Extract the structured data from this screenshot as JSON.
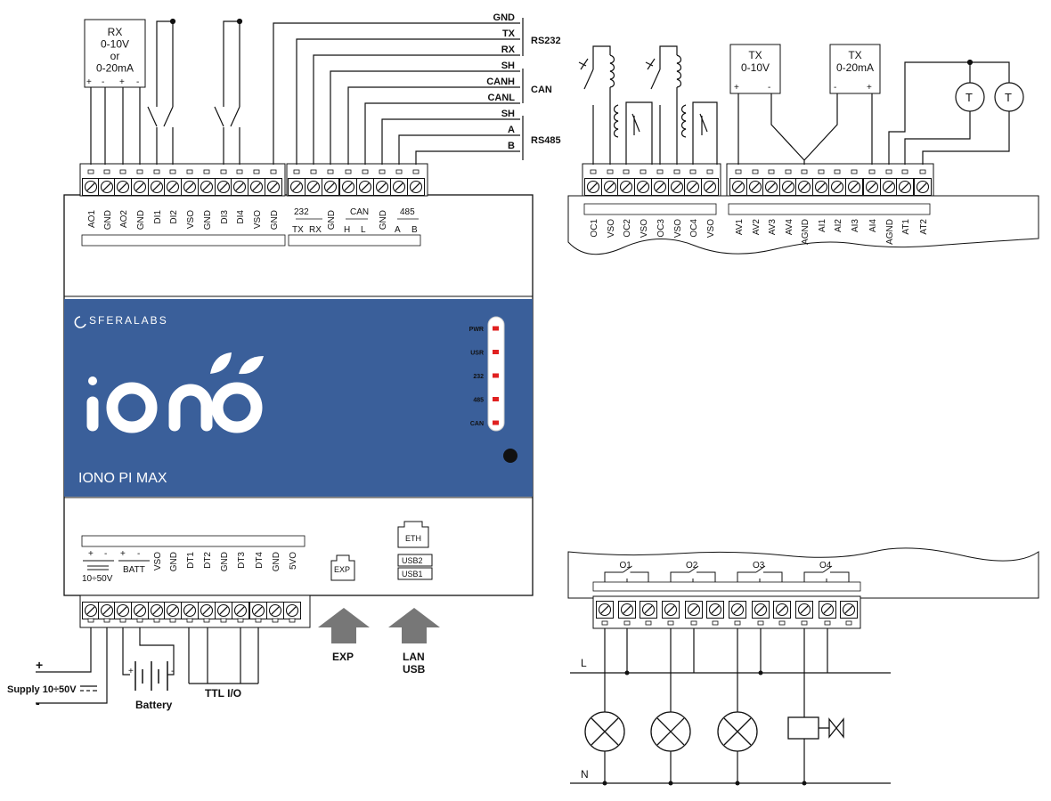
{
  "colors": {
    "panel_blue": "#3a5f9a",
    "led_red": "#e02020",
    "arrow_gray": "#777777",
    "line": "#111111"
  },
  "logo": {
    "brand": "SFERALABS",
    "product": "iono",
    "model": "IONO PI MAX"
  },
  "leds": [
    "PWR",
    "USR",
    "232",
    "485",
    "CAN"
  ],
  "top_left_block": {
    "labels": [
      "AO1",
      "GND",
      "AO2",
      "GND",
      "DI1",
      "DI2",
      "VSO",
      "GND",
      "DI3",
      "DI4",
      "VSO",
      "GND"
    ],
    "comm_labels": [
      "TX",
      "RX",
      "GND",
      "H",
      "L",
      "GND",
      "A",
      "B"
    ],
    "groups": [
      "232",
      "CAN",
      "485"
    ]
  },
  "rx_box": {
    "lines": [
      "RX",
      "0-10V",
      "or",
      "0-20mA"
    ],
    "signs": [
      "+",
      "-",
      "+",
      "-"
    ]
  },
  "bus_lines": [
    "GND",
    "TX",
    "RX",
    "SH",
    "CANH",
    "CANL",
    "SH",
    "A",
    "B"
  ],
  "bus_groups": [
    "RS232",
    "CAN",
    "RS485"
  ],
  "bottom_left_block": {
    "labels": [
      "+",
      "-",
      "+",
      "-",
      "VSO",
      "GND",
      "DT1",
      "DT2",
      "GND",
      "DT3",
      "DT4",
      "GND",
      "5VO"
    ],
    "supply_range": "10÷50V",
    "batt": "BATT",
    "ports": [
      "EXP",
      "ETH",
      "USB2",
      "USB1"
    ],
    "arrows": [
      "EXP",
      "LAN",
      "USB"
    ],
    "supply_label": "Supply 10÷50V",
    "battery_label": "Battery",
    "ttl_label": "TTL I/O",
    "plus": "+",
    "minus": "-"
  },
  "top_right_block": {
    "oc_labels": [
      "OC1",
      "VSO",
      "OC2",
      "VSO",
      "OC3",
      "VSO",
      "OC4",
      "VSO"
    ],
    "analog_labels": [
      "AV1",
      "AV2",
      "AV3",
      "AV4",
      "AGND",
      "AI1",
      "AI2",
      "AI3",
      "AI4",
      "AGND",
      "AT1",
      "AT2"
    ],
    "tx1": {
      "lines": [
        "TX",
        "0-10V"
      ],
      "signs": [
        "+",
        "-"
      ]
    },
    "tx2": {
      "lines": [
        "TX",
        "0-20mA"
      ],
      "signs": [
        "-",
        "+"
      ]
    },
    "sensor": "T"
  },
  "relay_block": {
    "labels": [
      "O1",
      "O2",
      "O3",
      "O4"
    ],
    "line_l": "L",
    "line_n": "N"
  }
}
